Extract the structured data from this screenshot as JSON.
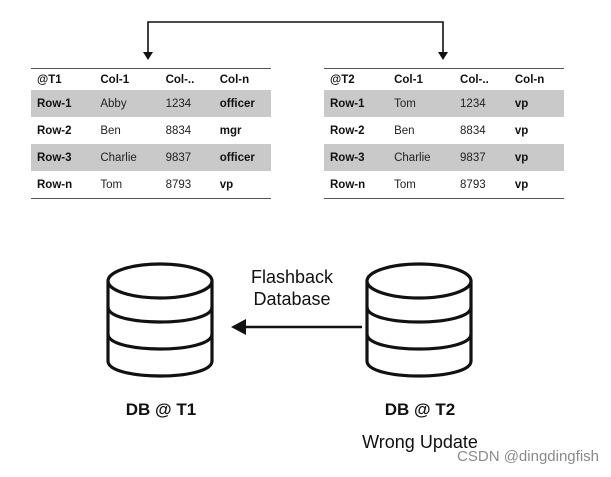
{
  "tables": {
    "t1": {
      "headers": [
        "@T1",
        "Col-1",
        "Col-..",
        "Col-n"
      ],
      "rows": [
        {
          "label": "Row-1",
          "name": "Abby",
          "num": "1234",
          "role": "officer"
        },
        {
          "label": "Row-2",
          "name": "Ben",
          "num": "8834",
          "role": "mgr"
        },
        {
          "label": "Row-3",
          "name": "Charlie",
          "num": "9837",
          "role": "officer"
        },
        {
          "label": "Row-n",
          "name": "Tom",
          "num": "8793",
          "role": "vp"
        }
      ]
    },
    "t2": {
      "headers": [
        "@T2",
        "Col-1",
        "Col-..",
        "Col-n"
      ],
      "rows": [
        {
          "label": "Row-1",
          "name": "Tom",
          "num": "1234",
          "role": "vp"
        },
        {
          "label": "Row-2",
          "name": "Ben",
          "num": "8834",
          "role": "vp"
        },
        {
          "label": "Row-3",
          "name": "Charlie",
          "num": "9837",
          "role": "vp"
        },
        {
          "label": "Row-n",
          "name": "Tom",
          "num": "8793",
          "role": "vp"
        }
      ]
    }
  },
  "diagram": {
    "flashback_line1": "Flashback",
    "flashback_line2": "Database",
    "db_t1_label": "DB @ T1",
    "db_t2_label": "DB @ T2",
    "db_t2_sublabel": "Wrong Update",
    "watermark": "CSDN @dingdingfish"
  },
  "colors": {
    "row_shade": "#c9c9c9",
    "stroke": "#111111",
    "watermark": "#8a8a8a"
  },
  "icons": [
    "database-icon",
    "database-icon",
    "left-arrow-icon",
    "bracket-connector-icon"
  ]
}
